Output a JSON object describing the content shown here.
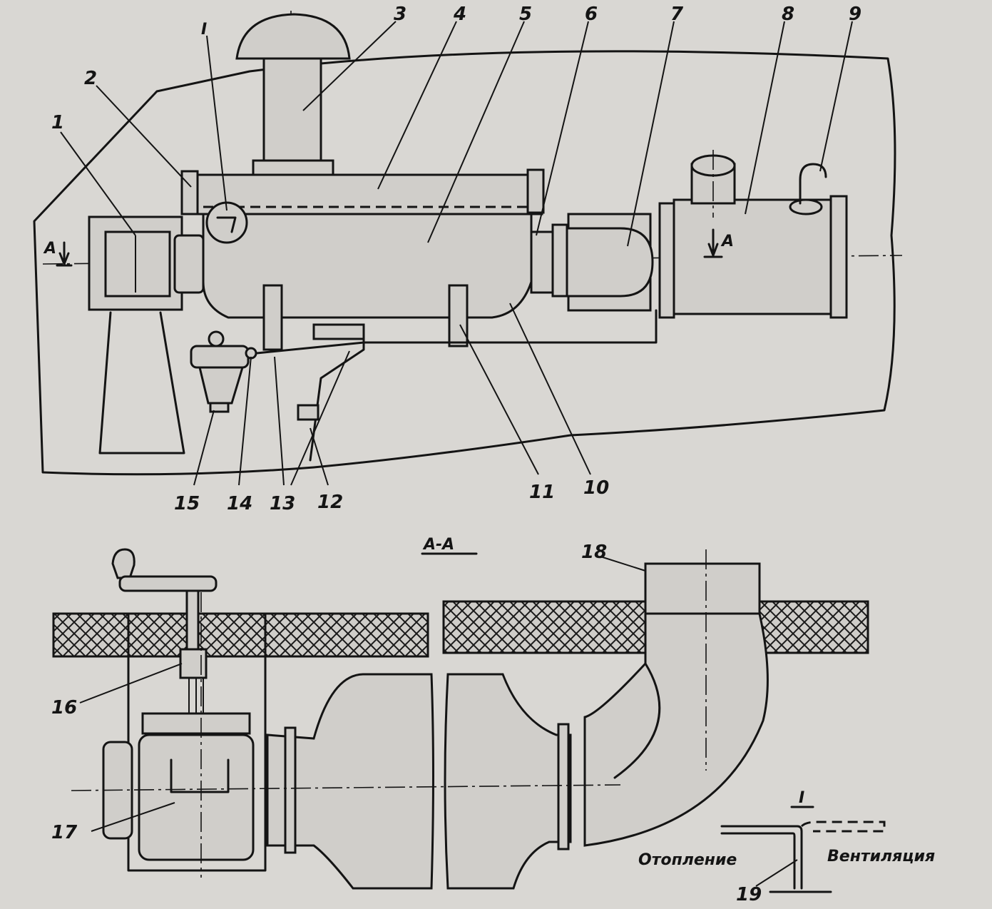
{
  "callouts": {
    "c1": "1",
    "c2": "2",
    "c3": "3",
    "c4": "4",
    "c5": "5",
    "c6": "6",
    "c7": "7",
    "c8": "8",
    "c9": "9",
    "c10": "10",
    "c11": "11",
    "c12": "12",
    "c13": "13",
    "c14": "14",
    "c15": "15",
    "c16": "16",
    "c17": "17",
    "c18": "18",
    "c19": "19"
  },
  "marks": {
    "detail_ref": "I",
    "section_a_left": "A",
    "section_a_right": "A"
  },
  "section_view": {
    "title": "A-A"
  },
  "detail_view": {
    "title": "I",
    "label_heating": "Отопление",
    "label_ventilation": "Вентиляция"
  }
}
